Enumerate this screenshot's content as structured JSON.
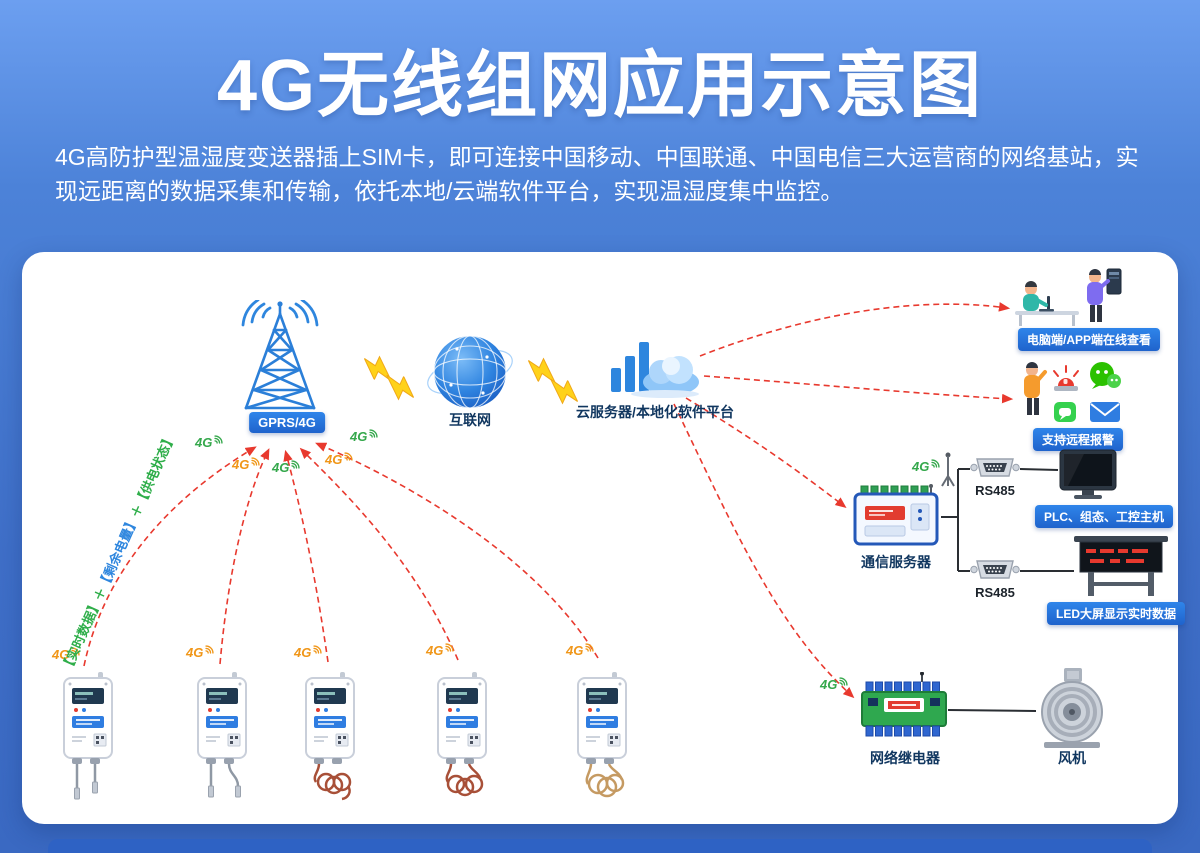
{
  "header": {
    "title": "4G无线组网应用示意图",
    "description": "4G高防护型温湿度变送器插上SIM卡，即可连接中国移动、中国联通、中国电信三大运营商的网络基站，实现远距离的数据采集和传输，依托本地/云端软件平台，实现温湿度集中监控。"
  },
  "diagram": {
    "g4": "4G",
    "tower": {
      "label": "GPRS/4G"
    },
    "internet": {
      "label": "互联网"
    },
    "cloud": {
      "label": "云服务器/本地化软件平台"
    },
    "viewer": {
      "badge": "电脑端/APP端在线查看"
    },
    "alarm": {
      "badge": "支持远程报警"
    },
    "comm_server": {
      "label": "通信服务器",
      "rs485_top": "RS485",
      "rs485_bottom": "RS485"
    },
    "plc": {
      "badge": "PLC、组态、工控主机"
    },
    "led": {
      "badge": "LED大屏显示实时数据"
    },
    "relay": {
      "label": "网络继电器"
    },
    "fan": {
      "label": "风机"
    },
    "uplink": {
      "seg1": "【实时数据】",
      "plus1": "＋",
      "seg2": "【剩余电量】",
      "plus2": "＋",
      "seg3": "【供电状态】"
    }
  },
  "colors": {
    "accent_blue": "#2f7de1",
    "badge_blue": "#1f63cc",
    "arrow_red": "#e8392e",
    "bolt_yellow": "#ffd21a",
    "signal_orange": "#f09618",
    "signal_green": "#35a84c"
  },
  "icons": {
    "signal-icon": "4g-signal-arcs",
    "tower-icon": "radio-lattice-tower",
    "globe-icon": "internet-globe",
    "cloud-server-icon": "cloud-with-bar-chart",
    "lightning-icon": "yellow-bolt",
    "viewer-people-icon": "operators-at-pc-and-phone",
    "alarm-icons": "siren-wechat-sms-mail",
    "rs485-connector-icon": "db9-serial-plug",
    "monitor-icon": "industrial-pc-screen",
    "led-screen-icon": "outdoor-led-billboard",
    "relay-icon": "network-relay-board",
    "fan-icon": "blower-fan",
    "sensor-icon": "temp-humidity-transmitter",
    "antenna-icon": "external-4g-antenna"
  }
}
